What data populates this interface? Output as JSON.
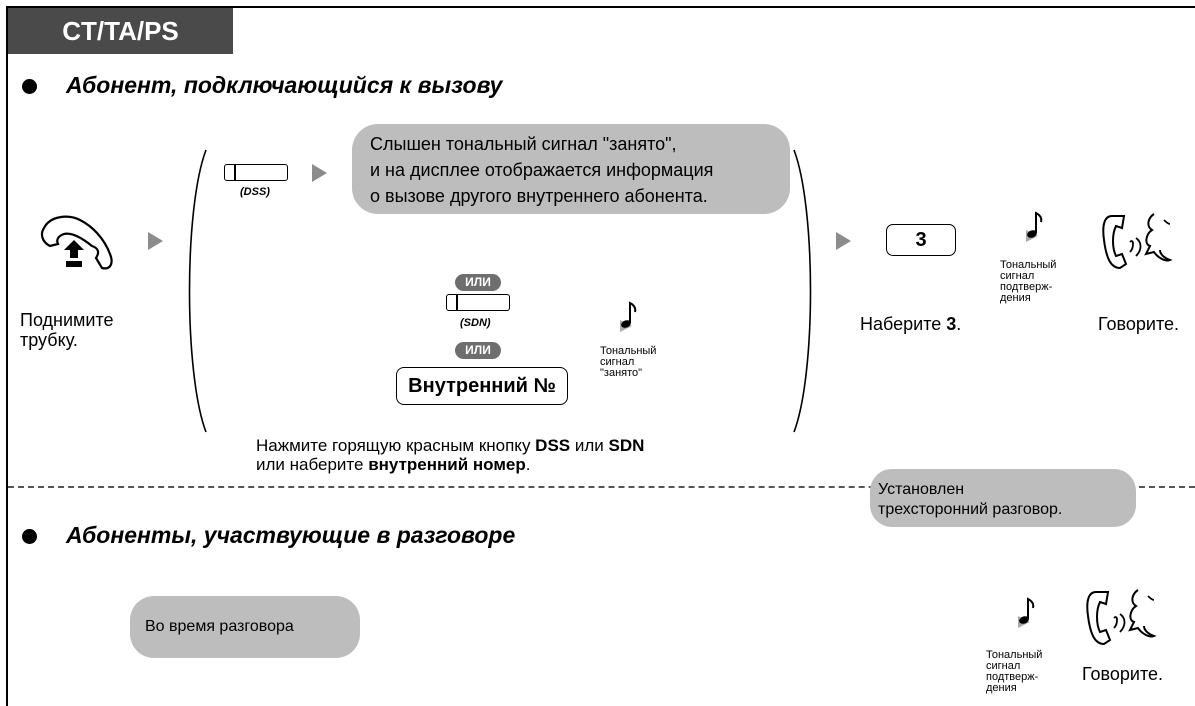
{
  "header": {
    "tab_label": "CT/TA/PS"
  },
  "section1": {
    "title": "Абонент, подключающийся к вызову",
    "step_offhook": {
      "label_line1": "Поднимите",
      "label_line2": "трубку.",
      "icon": "handset-offhook-icon"
    },
    "dss_key": {
      "label": "(DSS)"
    },
    "busy_info": {
      "line1": "Слышен тональный сигнал \"занято\",",
      "line2": "и на дисплее отображается информация",
      "line3": "о вызове другого внутреннего абонента."
    },
    "or_label_1": "ИЛИ",
    "sdn_key": {
      "label": "(SDN)"
    },
    "or_label_2": "ИЛИ",
    "extension_key": {
      "label": "Внутренний №"
    },
    "busy_tone": {
      "line1": "Тональный",
      "line2": "сигнал",
      "line3": "\"занято\"",
      "icon": "music-note-icon"
    },
    "caption": {
      "part1": "Нажмите горящую красным кнопку ",
      "dss": "DSS",
      "part2": " или ",
      "sdn": "SDN",
      "part3": "или наберите ",
      "ext": "внутренний номер",
      "part4": "."
    },
    "dial3": {
      "key": "3",
      "label_prefix": "Наберите ",
      "label_bold": "3",
      "label_suffix": "."
    },
    "confirm_tone": {
      "line1": "Тональный",
      "line2": "сигнал",
      "line3": "подтверж-",
      "line4": "дения",
      "icon": "music-note-icon"
    },
    "talk": {
      "label": "Говорите.",
      "icon": "talking-handset-icon"
    }
  },
  "status_pill": {
    "line1": "Установлен",
    "line2": "трехсторонний разговор."
  },
  "section2": {
    "title": "Абоненты, участвующие в разговоре",
    "during_call": "Во время разговора",
    "confirm_tone": {
      "line1": "Тональный",
      "line2": "сигнал",
      "line3": "подтверж-",
      "line4": "дения",
      "icon": "music-note-icon"
    },
    "talk": {
      "label": "Говорите.",
      "icon": "talking-handset-icon"
    }
  },
  "colors": {
    "tab_bg": "#4a4a4a",
    "pill_bg": "#bdbdbd",
    "arrow": "#8c8c8c",
    "ili_bg": "#6e6e6e"
  }
}
